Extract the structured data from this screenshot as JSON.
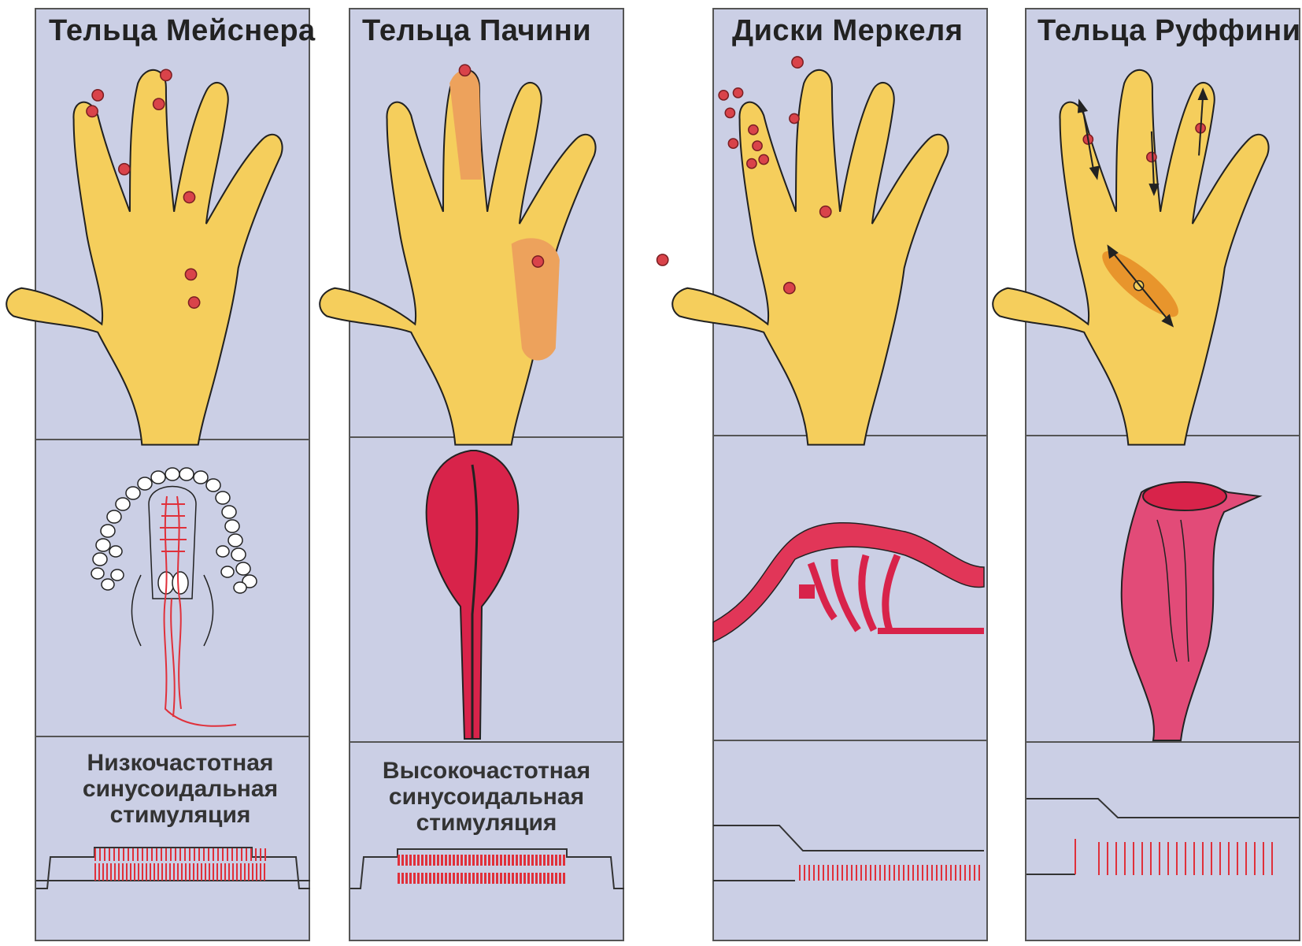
{
  "receptors": [
    {
      "title": "Тельца Мейснера",
      "caption": [
        "Низкочастотная",
        "синусоидальная",
        "стимуляция"
      ]
    },
    {
      "title": "Тельца Пачини",
      "caption": [
        "Высокочастотная",
        "синусоидальная",
        "стимуляция"
      ]
    },
    {
      "title": "Диски Меркеля",
      "caption": []
    },
    {
      "title": "Тельца Руффини",
      "caption": []
    }
  ],
  "colors": {
    "panel": "#cbcfe5",
    "hand": "#f5ce5c",
    "receptor_dot": "#d9434a",
    "field": "#eda25c",
    "tissue": "#d8234a",
    "spikes": "#e0303a"
  }
}
